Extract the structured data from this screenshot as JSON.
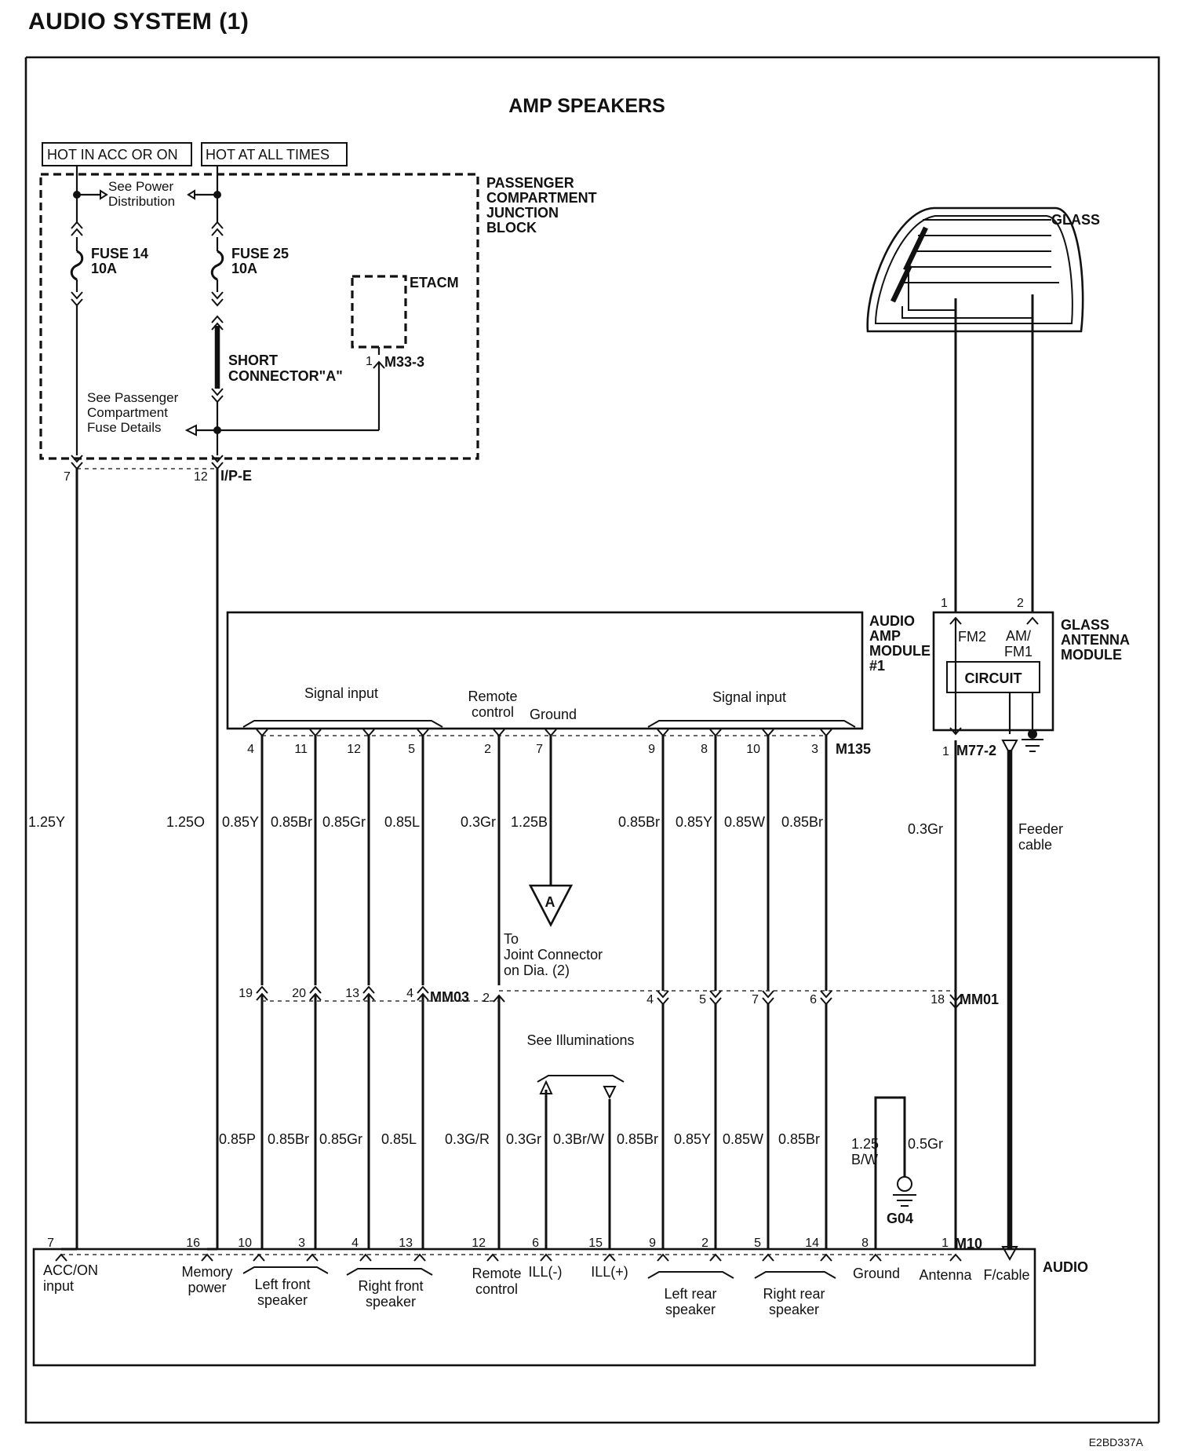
{
  "page_title": "AUDIO SYSTEM (1)",
  "diagram_title": "AMP SPEAKERS",
  "figure_code": "E2BD337A",
  "power": {
    "hot_acc_on": "HOT IN ACC OR ON",
    "hot_all_times": "HOT AT ALL TIMES"
  },
  "junction_block": {
    "label_lines": [
      "PASSENGER",
      "COMPARTMENT",
      "JUNCTION",
      "BLOCK"
    ],
    "see_power": [
      "See Power",
      "Distribution"
    ],
    "see_fuse_details": [
      "See Passenger",
      "Compartment",
      "Fuse Details"
    ],
    "fuse14": [
      "FUSE 14",
      "10A"
    ],
    "fuse25": [
      "FUSE 25",
      "10A"
    ],
    "short_connector": [
      "SHORT",
      "CONNECTOR\"A\""
    ],
    "etacm": "ETACM",
    "etacm_pin": "1",
    "etacm_connector": "M33-3",
    "pin_left": "7",
    "pin_right": "12",
    "connector": "I/P-E"
  },
  "glass": {
    "label": "GLASS"
  },
  "antenna_module": {
    "label_lines": [
      "GLASS",
      "ANTENNA",
      "MODULE"
    ],
    "fm2": "FM2",
    "am_fm1": [
      "AM/",
      "FM1"
    ],
    "circuit": "CIRCUIT",
    "pin_top_left": "1",
    "pin_top_right": "2",
    "pin_bottom": "1",
    "connector": "M77-2"
  },
  "amp_module": {
    "label_lines": [
      "AUDIO",
      "AMP",
      "MODULE",
      "#1"
    ],
    "signal_input_left": "Signal input",
    "remote_control": [
      "Remote",
      "control"
    ],
    "ground": "Ground",
    "signal_input_right": "Signal input",
    "connector": "M135",
    "pins": [
      "4",
      "11",
      "12",
      "5",
      "2",
      "7",
      "9",
      "8",
      "10",
      "3"
    ]
  },
  "upper_wires": {
    "acc": "1.25Y",
    "memory": "1.25O",
    "amp": [
      "0.85Y",
      "0.85Br",
      "0.85Gr",
      "0.85L",
      "0.3Gr",
      "1.25B",
      "0.85Br",
      "0.85Y",
      "0.85W",
      "0.85Br"
    ],
    "antenna": "0.3Gr",
    "feeder": [
      "Feeder",
      "cable"
    ]
  },
  "joint": {
    "symbol": "A",
    "text": [
      "To",
      "Joint Connector",
      "on Dia. (2)"
    ]
  },
  "mm03": {
    "connector": "MM03",
    "pins": [
      "19",
      "20",
      "13",
      "4",
      "2"
    ]
  },
  "mm01": {
    "connector": "MM01",
    "pins": [
      "4",
      "5",
      "7",
      "6",
      "18"
    ]
  },
  "illuminations": "See Illuminations",
  "lower_wires": {
    "list": [
      "0.85P",
      "0.85Br",
      "0.85Gr",
      "0.85L",
      "0.3G/R",
      "0.3Gr",
      "0.3Br/W",
      "0.85Br",
      "0.85Y",
      "0.85W",
      "0.85Br"
    ],
    "ground": [
      "1.25",
      "B/W"
    ],
    "antenna": "0.5Gr"
  },
  "ground_point": "G04",
  "audio_unit": {
    "label": "AUDIO",
    "connector": "M10",
    "pins": [
      "7",
      "16",
      "10",
      "3",
      "4",
      "13",
      "12",
      "6",
      "15",
      "9",
      "2",
      "5",
      "14",
      "8",
      "1"
    ],
    "acc_on": [
      "ACC/ON",
      "input"
    ],
    "memory": [
      "Memory",
      "power"
    ],
    "left_front": [
      "Left front",
      "speaker"
    ],
    "right_front": [
      "Right front",
      "speaker"
    ],
    "remote": [
      "Remote",
      "control"
    ],
    "ill_minus": "ILL(-)",
    "ill_plus": "ILL(+)",
    "left_rear": [
      "Left rear",
      "speaker"
    ],
    "right_rear": [
      "Right rear",
      "speaker"
    ],
    "ground": "Ground",
    "antenna": "Antenna",
    "f_cable": "F/cable"
  }
}
